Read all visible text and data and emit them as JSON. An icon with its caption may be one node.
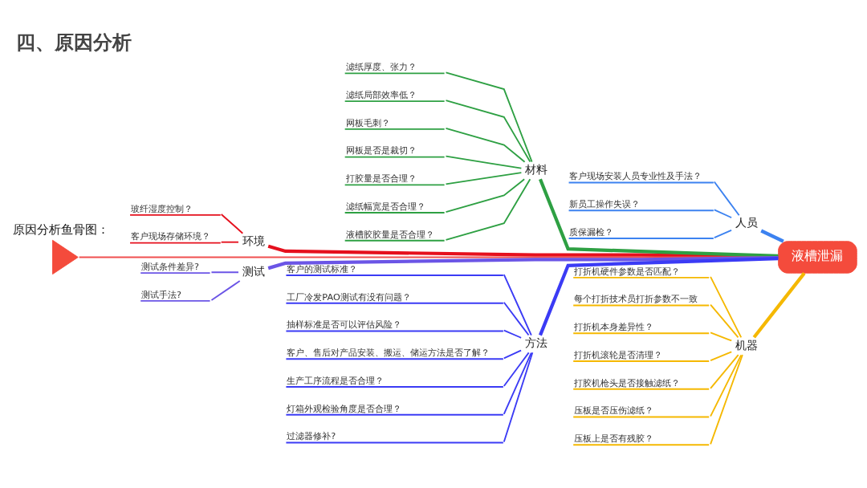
{
  "diagram": {
    "title": "四、原因分析",
    "nodes": [
      {
        "text": [
          "环境"
        ]
      },
      {
        "text": [
          "玻纤湿度控制？"
        ]
      },
      {
        "text": [
          "客户现场存储环境？"
        ]
      },
      {
        "text": [
          "材料"
        ]
      },
      {
        "text": [
          "滤纸厚度、张力？"
        ]
      },
      {
        "text": [
          "滤纸局部效率低？"
        ]
      },
      {
        "text": [
          "网板毛刺？"
        ]
      },
      {
        "text": [
          "网板是否是裁切？"
        ]
      },
      {
        "text": [
          "打胶量是否合理？"
        ]
      },
      {
        "text": [
          "滤纸幅宽是否合理？"
        ]
      },
      {
        "text": [
          "液槽胶胶量是否合理？"
        ]
      },
      {
        "text": [
          "人员"
        ]
      },
      {
        "text": [
          "客户现场安装人员专业性及手法？"
        ]
      },
      {
        "text": [
          "新员工操作失误？"
        ]
      },
      {
        "text": [
          "质保漏检？"
        ]
      },
      {
        "text": [],
        "shape": "tail"
      },
      {
        "text": [
          "液槽泄漏"
        ]
      },
      {
        "text": [
          "测试"
        ]
      },
      {
        "text": [
          "测试条件差异?"
        ]
      },
      {
        "text": [
          "测试手法?"
        ]
      },
      {
        "text": [
          "方法"
        ]
      },
      {
        "text": [
          "客户的测试标准？"
        ]
      },
      {
        "text": [
          "工厂冷发PAO测试有没有问题？"
        ]
      },
      {
        "text": [
          "抽样标准是否可以评估风险？"
        ]
      },
      {
        "text": [
          "客户、售后对产品安装、搬运、储运方法是否了解？"
        ]
      },
      {
        "text": [
          "生产工序流程是否合理？"
        ]
      },
      {
        "text": [
          "灯箱外观检验角度是否合理？"
        ]
      },
      {
        "text": [
          "过滤器修补?"
        ]
      },
      {
        "text": [
          "机器"
        ]
      },
      {
        "text": [
          "打折机硬件参数是否匹配？"
        ]
      },
      {
        "text": [
          "每个打折技术员打折参数不一致"
        ]
      },
      {
        "text": [
          "打折机本身差异性？"
        ]
      },
      {
        "text": [
          "打折机滚轮是否清理？"
        ]
      },
      {
        "text": [
          "打胶机枪头是否接触滤纸？"
        ]
      },
      {
        "text": [
          "压板是否压伤滤纸？"
        ]
      },
      {
        "text": [
          "压板上是否有残胶？"
        ]
      }
    ],
    "edges": [
      {
        "from": 12,
        "to": 11,
        "arrow": "none",
        "color": "#3c82f0"
      },
      {
        "from": 13,
        "to": 11,
        "arrow": "none",
        "color": "#3c82f0"
      },
      {
        "from": 14,
        "to": 11,
        "arrow": "none",
        "color": "#3c82f0"
      },
      {
        "from": 11,
        "to": 16,
        "arrow": "none",
        "style": "thick",
        "color": "#3c82f0"
      },
      {
        "from": 4,
        "to": 3,
        "arrow": "none",
        "color": "#2ea043"
      },
      {
        "from": 5,
        "to": 3,
        "arrow": "none",
        "color": "#2ea043"
      },
      {
        "from": 6,
        "to": 3,
        "arrow": "none",
        "color": "#2ea043"
      },
      {
        "from": 7,
        "to": 3,
        "arrow": "none",
        "color": "#2ea043"
      },
      {
        "from": 8,
        "to": 3,
        "arrow": "none",
        "color": "#2ea043"
      },
      {
        "from": 9,
        "to": 3,
        "arrow": "none",
        "color": "#2ea043"
      },
      {
        "from": 10,
        "to": 3,
        "arrow": "none",
        "color": "#2ea043"
      },
      {
        "from": 3,
        "to": 16,
        "arrow": "none",
        "style": "thick",
        "color": "#2ea043"
      },
      {
        "from": 1,
        "to": 0,
        "arrow": "none",
        "color": "#e5101d"
      },
      {
        "from": 2,
        "to": 0,
        "arrow": "none",
        "color": "#e5101d"
      },
      {
        "from": 0,
        "to": 16,
        "arrow": "none",
        "style": "thick",
        "color": "#e5101d"
      },
      {
        "from": 15,
        "to": 16,
        "arrow": "none",
        "color": "#f05050"
      },
      {
        "from": 18,
        "to": 17,
        "arrow": "none",
        "color": "#6b55e6"
      },
      {
        "from": 19,
        "to": 17,
        "arrow": "none",
        "color": "#6b55e6"
      },
      {
        "from": 17,
        "to": 16,
        "arrow": "none",
        "style": "thick",
        "color": "#6b55e6"
      },
      {
        "from": 21,
        "to": 20,
        "arrow": "none",
        "color": "#3b3bf5"
      },
      {
        "from": 22,
        "to": 20,
        "arrow": "none",
        "color": "#3b3bf5"
      },
      {
        "from": 23,
        "to": 20,
        "arrow": "none",
        "color": "#3b3bf5"
      },
      {
        "from": 24,
        "to": 20,
        "arrow": "none",
        "color": "#3b3bf5"
      },
      {
        "from": 25,
        "to": 20,
        "arrow": "none",
        "color": "#3b3bf5"
      },
      {
        "from": 26,
        "to": 20,
        "arrow": "none",
        "color": "#3b3bf5"
      },
      {
        "from": 27,
        "to": 20,
        "arrow": "none",
        "color": "#3b3bf5"
      },
      {
        "from": 20,
        "to": 16,
        "arrow": "none",
        "style": "thick",
        "color": "#3b3bf5"
      },
      {
        "from": 29,
        "to": 28,
        "arrow": "none",
        "color": "#f5b800"
      },
      {
        "from": 30,
        "to": 28,
        "arrow": "none",
        "color": "#f5b800"
      },
      {
        "from": 31,
        "to": 28,
        "arrow": "none",
        "color": "#f5b800"
      },
      {
        "from": 32,
        "to": 28,
        "arrow": "none",
        "color": "#f5b800"
      },
      {
        "from": 33,
        "to": 28,
        "arrow": "none",
        "color": "#f5b800"
      },
      {
        "from": 34,
        "to": 28,
        "arrow": "none",
        "color": "#f5b800"
      },
      {
        "from": 35,
        "to": 28,
        "arrow": "none",
        "color": "#f5b800"
      },
      {
        "from": 28,
        "to": 16,
        "arrow": "none",
        "style": "thick",
        "color": "#f5b800"
      }
    ],
    "labels": [
      "原因分析鱼骨图："
    ]
  }
}
